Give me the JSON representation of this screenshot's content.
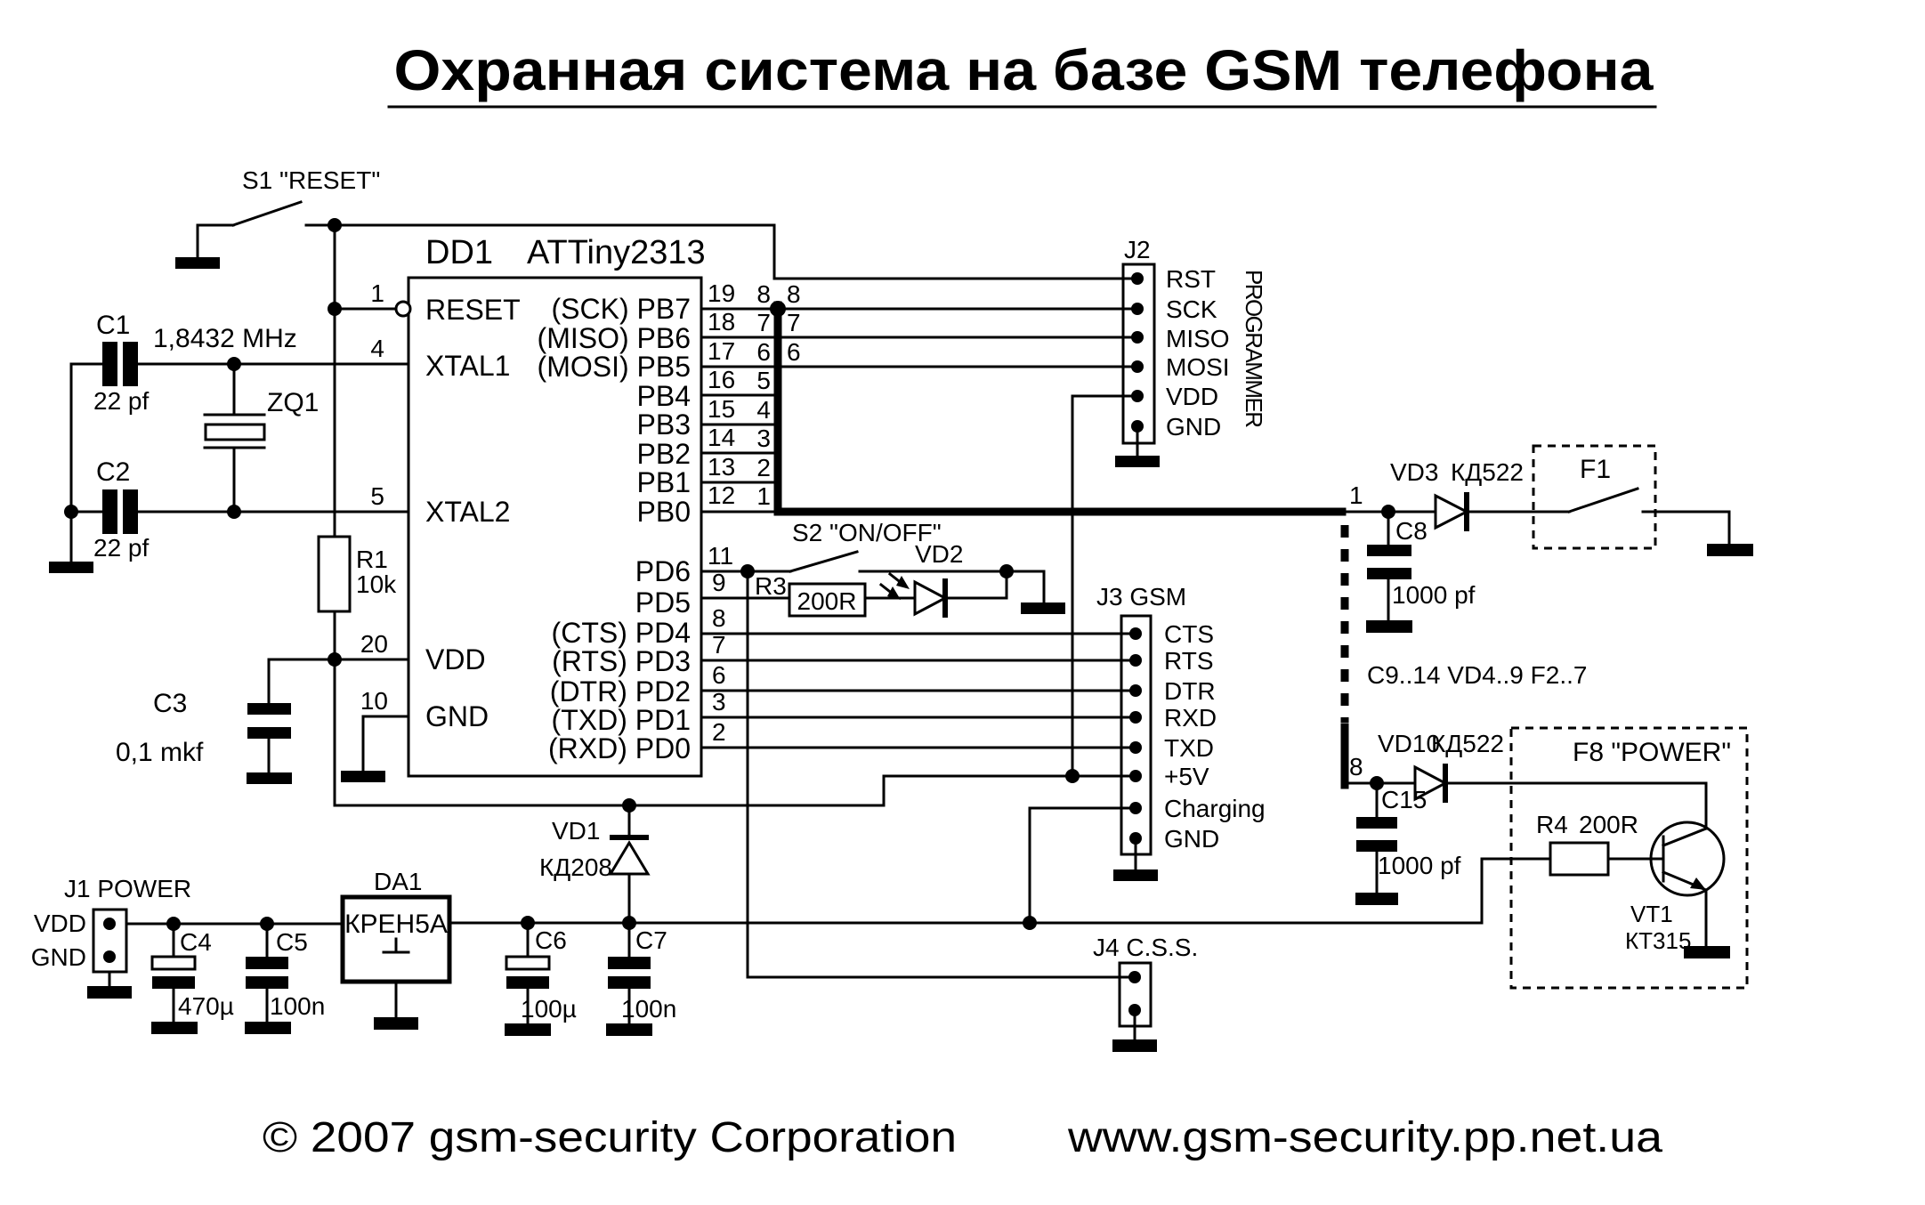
{
  "title": "Охранная система на базе GSM телефона",
  "footer": {
    "copyright": "© 2007  gsm-security  Corporation",
    "website": "www.gsm-security.pp.net.ua"
  },
  "switches": {
    "s1": "S1  \"RESET\"",
    "s2": "S2 \"ON/OFF\"",
    "f1": "F1",
    "f8": "F8 \"POWER\""
  },
  "chip": {
    "ref": "DD1",
    "part": "ATTiny2313",
    "pins_left": [
      {
        "num": "1",
        "name": "RESET"
      },
      {
        "num": "4",
        "name": "XTAL1"
      },
      {
        "num": "5",
        "name": "XTAL2"
      },
      {
        "num": "20",
        "name": "VDD"
      },
      {
        "num": "10",
        "name": "GND"
      }
    ],
    "pins_pb": [
      {
        "num": "19",
        "name": "(SCK) PB7",
        "bus": "8",
        "out": "8"
      },
      {
        "num": "18",
        "name": "(MISO) PB6",
        "bus": "7",
        "out": "7"
      },
      {
        "num": "17",
        "name": "(MOSI) PB5",
        "bus": "6",
        "out": "6"
      },
      {
        "num": "16",
        "name": "PB4",
        "bus": "5"
      },
      {
        "num": "15",
        "name": "PB3",
        "bus": "4"
      },
      {
        "num": "14",
        "name": "PB2",
        "bus": "3"
      },
      {
        "num": "13",
        "name": "PB1",
        "bus": "2"
      },
      {
        "num": "12",
        "name": "PB0",
        "bus": "1"
      }
    ],
    "pins_pd": [
      {
        "num": "11",
        "name": "PD6"
      },
      {
        "num": "9",
        "name": "PD5"
      },
      {
        "num": "8",
        "name": "(CTS) PD4"
      },
      {
        "num": "7",
        "name": "(RTS) PD3"
      },
      {
        "num": "6",
        "name": "(DTR) PD2"
      },
      {
        "num": "3",
        "name": "(TXD) PD1"
      },
      {
        "num": "2",
        "name": "(RXD) PD0"
      }
    ]
  },
  "connectors": {
    "j1": {
      "ref": "J1 POWER",
      "pins": [
        "VDD",
        "GND"
      ]
    },
    "j2": {
      "ref": "J2",
      "side": "PROGRAMMER",
      "pins": [
        "RST",
        "SCK",
        "MISO",
        "MOSI",
        "VDD",
        "GND"
      ]
    },
    "j3": {
      "ref": "J3 GSM",
      "pins": [
        "CTS",
        "RTS",
        "DTR",
        "RXD",
        "TXD",
        "+5V",
        "Charging",
        "GND"
      ]
    },
    "j4": {
      "ref": "J4 C.S.S."
    }
  },
  "parts": {
    "c1": {
      "ref": "C1",
      "value": "22 pf"
    },
    "c2": {
      "ref": "C2",
      "value": "22 pf"
    },
    "c3": {
      "ref": "C3",
      "value": "0,1 mkf"
    },
    "c4": {
      "ref": "C4",
      "value": "470µ"
    },
    "c5": {
      "ref": "C5",
      "value": "100n"
    },
    "c6": {
      "ref": "C6",
      "value": "100µ"
    },
    "c7": {
      "ref": "C7",
      "value": "100n"
    },
    "c8": {
      "ref": "C8",
      "value": "1000 pf"
    },
    "c15": {
      "ref": "C15",
      "value": "1000 pf"
    },
    "zq1": {
      "ref": "ZQ1",
      "value": "1,8432 MHz"
    },
    "r1": {
      "ref": "R1",
      "value": "10k"
    },
    "r3": {
      "ref": "R3",
      "value": "200R"
    },
    "r4": {
      "ref": "R4",
      "value": "200R"
    },
    "da1": {
      "ref": "DA1",
      "value": "КРЕН5А"
    },
    "vd1": {
      "ref": "VD1",
      "value": "КД208"
    },
    "vd2": {
      "ref": "VD2"
    },
    "vd3": {
      "ref": "VD3",
      "value": "КД522"
    },
    "vd10": {
      "ref": "VD10",
      "value": "КД522"
    },
    "vt1": {
      "ref": "VT1",
      "value": "КТ315"
    }
  },
  "bus": {
    "wire1": "1",
    "wire8": "8",
    "repeat_note": "C9..14   VD4..9   F2..7"
  }
}
